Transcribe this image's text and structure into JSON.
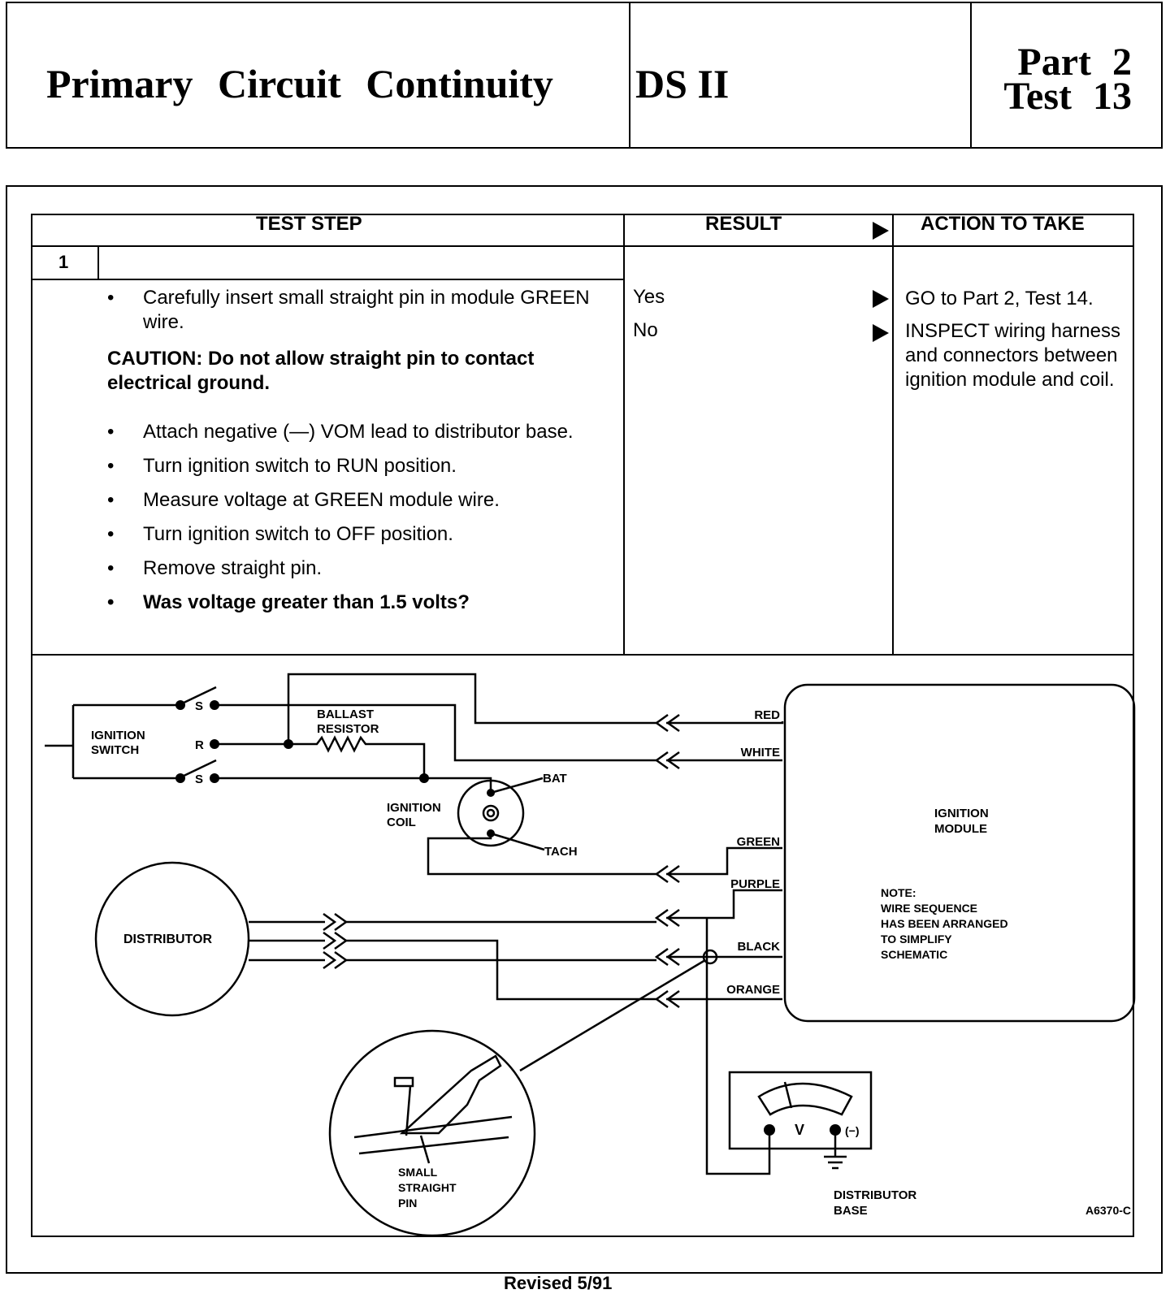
{
  "header": {
    "title": "Primary Circuit Continuity",
    "system": "DS II",
    "part_line": "Part 2",
    "test_line": "Test 13"
  },
  "table": {
    "col_test_step": "TEST STEP",
    "col_result": "RESULT",
    "col_action": "ACTION TO TAKE",
    "step_number": "1",
    "bullets_1": [
      "Carefully insert small straight pin in module GREEN wire."
    ],
    "caution": "CAUTION: Do not allow straight pin to contact electrical ground.",
    "bullets_2": [
      "Attach negative (—) VOM lead to distributor base.",
      "Turn ignition switch to RUN position.",
      "Measure voltage at GREEN module wire.",
      "Turn ignition switch to OFF position.",
      "Remove straight pin."
    ],
    "question": "Was voltage greater than 1.5 volts?",
    "results": [
      "Yes",
      "No"
    ],
    "actions": [
      "GO to Part 2, Test 14.",
      "INSPECT wiring harness and connectors between ignition module and coil."
    ]
  },
  "diagram": {
    "ignition_switch": [
      "IGNITION",
      "SWITCH"
    ],
    "switch_s": "S",
    "switch_r": "R",
    "ballast_resistor": [
      "BALLAST",
      "RESISTOR"
    ],
    "ignition_coil": [
      "IGNITION",
      "COIL"
    ],
    "bat": "BAT",
    "tach": "TACH",
    "distributor": "DISTRIBUTOR",
    "ignition_module": [
      "IGNITION",
      "MODULE"
    ],
    "note": [
      "NOTE:",
      "WIRE SEQUENCE",
      "HAS BEEN ARRANGED",
      "TO SIMPLIFY",
      "SCHEMATIC"
    ],
    "wires": [
      "RED",
      "WHITE",
      "GREEN",
      "PURPLE",
      "BLACK",
      "ORANGE"
    ],
    "pin_label": [
      "SMALL",
      "STRAIGHT",
      "PIN"
    ],
    "meter_v": "V",
    "meter_neg": "(−)",
    "distributor_base": [
      "DISTRIBUTOR",
      "BASE"
    ],
    "figure_id": "A6370-C"
  },
  "footer": "Revised 5/91"
}
